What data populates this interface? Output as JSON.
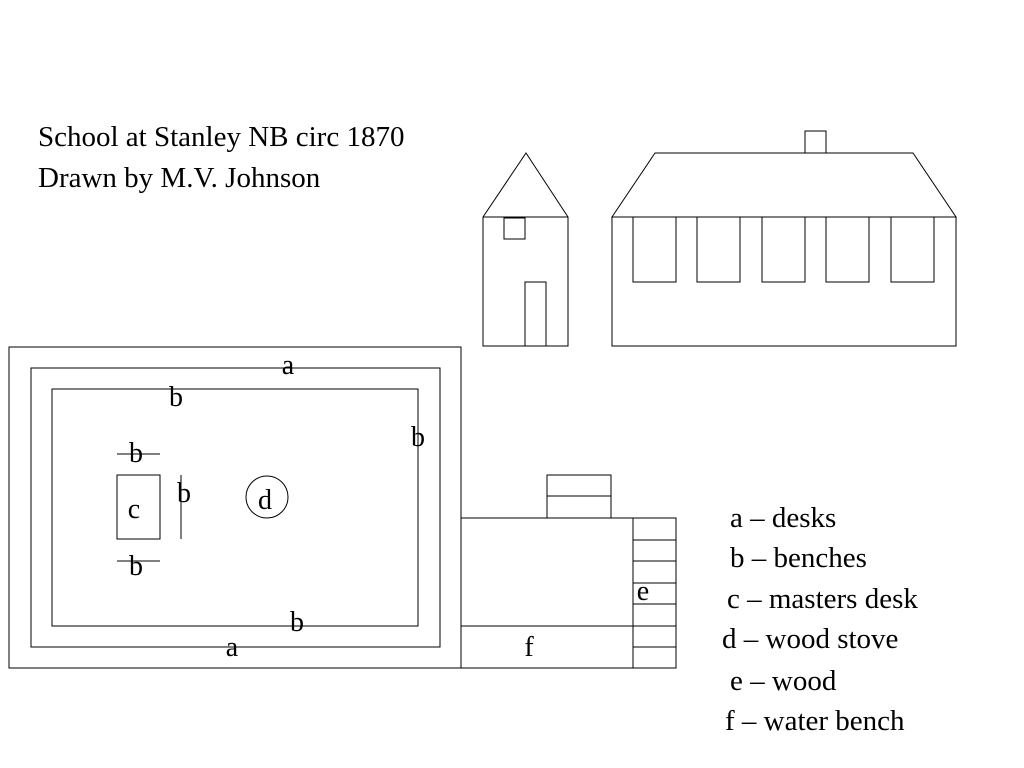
{
  "title": {
    "line1": "School at Stanley NB circ 1870",
    "line2": "Drawn by M.V. Johnson"
  },
  "floor_plan_labels": {
    "desks_top": "a",
    "desks_bottom": "a",
    "bench_top": "b",
    "bench_right": "b",
    "bench_bottom": "b",
    "bench_master_top": "b",
    "bench_master_bottom": "b",
    "bench_master_side": "b",
    "masters_desk": "c",
    "stove": "d",
    "wood": "e",
    "water_bench": "f"
  },
  "legend": [
    "a – desks",
    "b – benches",
    "c – masters desk",
    "d – wood stove",
    "e – wood",
    "f – water bench"
  ]
}
